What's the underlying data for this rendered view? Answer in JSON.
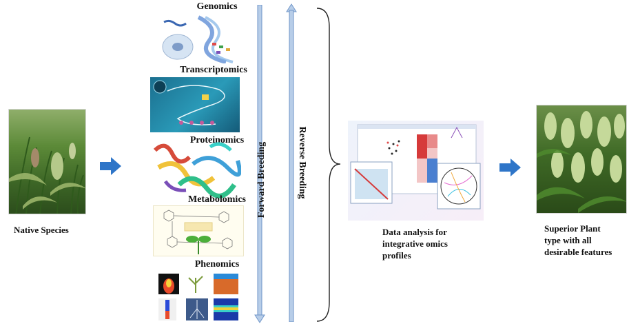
{
  "left": {
    "label": "Native Species"
  },
  "omics": [
    {
      "title": "Genomics"
    },
    {
      "title": "Transcriptomics"
    },
    {
      "title": "Proteinomics"
    },
    {
      "title": "Metabolomics"
    },
    {
      "title": "Phenomics"
    }
  ],
  "arrows": {
    "forward": "Forward Breeding",
    "reverse": "Reverse Breeding"
  },
  "analysis": {
    "label_lines": [
      "Data analysis for",
      "integrative omics",
      "profiles"
    ]
  },
  "right": {
    "label_lines": [
      "Superior Plant",
      "type with all",
      "desirable features"
    ]
  },
  "colors": {
    "arrow_blue": "#2e75c8",
    "shaft_blue": "#b7cde8",
    "field_green": "#4f7a2e",
    "plant_green": "#6b9a3c"
  }
}
